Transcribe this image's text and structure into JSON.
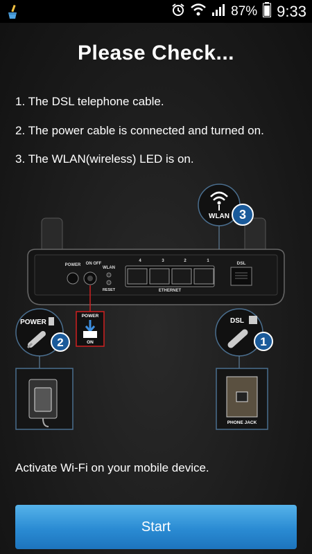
{
  "status_bar": {
    "battery": "87%",
    "time": "9:33"
  },
  "title": "Please Check...",
  "checklist": [
    "1. The DSL telephone cable.",
    "2. The power cable is connected and turned on.",
    "3. The WLAN(wireless) LED is on."
  ],
  "router": {
    "wlan_badge": "WLAN",
    "step_wlan": "3",
    "panel_labels": {
      "power": "POWER",
      "on_off": "ON OFF",
      "wlan": "WLAN",
      "reset": "RESET",
      "port_1": "1",
      "port_2": "2",
      "port_3": "3",
      "port_4": "4",
      "ethernet": "ETHERNET",
      "dsl": "DSL"
    },
    "switch_top": "POWER",
    "switch_bottom": "ON"
  },
  "power_callout": {
    "label": "POWER",
    "step": "2"
  },
  "dsl_callout": {
    "label": "DSL",
    "step": "1"
  },
  "phone_jack_label": "PHONE JACK",
  "hint": "Activate Wi-Fi on your mobile device.",
  "start_button": "Start",
  "colors": {
    "accent": "#2a8bd3",
    "callout_border": "#4a6e8e",
    "badge": "#1a5a9a",
    "switch_red": "#d02020"
  }
}
